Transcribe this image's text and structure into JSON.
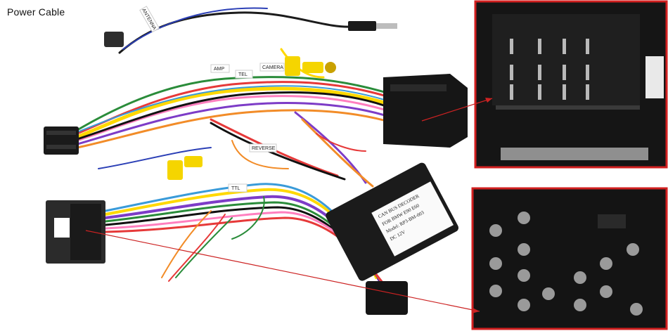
{
  "heading": "Power Cable",
  "colors": {
    "inset_border": "#d11f1f",
    "pointer_line": "#cc2222",
    "connector_body": "#1a1a1a",
    "background": "#ffffff"
  },
  "labels": {
    "wire_tags": [
      "CAMERA",
      "TEL",
      "AMP",
      "TTL",
      "ANTENNA",
      "REVERSE"
    ],
    "decoder_lines": [
      "CAN BUS DECODER",
      "FOR BMW E90 E60",
      "Model: RP3-BM-003",
      "DC 12V"
    ]
  }
}
